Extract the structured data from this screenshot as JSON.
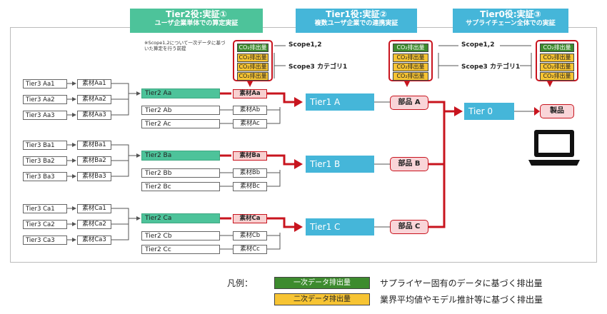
{
  "phases": [
    {
      "title": "Tier2役:実証①",
      "subtitle": "ユーザ企業単体での算定実証",
      "color": "#4dc39a"
    },
    {
      "title": "Tier1役:実証②",
      "subtitle": "複数ユーザ企業での連携実証",
      "color": "#45b6d9"
    },
    {
      "title": "Tier0役:実証③",
      "subtitle": "サプライチェーン全体での実証",
      "color": "#45b6d9"
    }
  ],
  "note": "※Scope1,2について一次データに基づいた算定を行う前提",
  "scope_labels": {
    "scope12": "Scope1,2",
    "scope3": "Scope3 カテゴリ1"
  },
  "co2_label": "CO₂排出量",
  "groups": [
    {
      "tier3": [
        "Tier3 Aa1",
        "Tier3 Aa2",
        "Tier3 Aa3"
      ],
      "materials3": [
        "素材Aa1",
        "素材Aa2",
        "素材Aa3"
      ],
      "tier2": [
        "Tier2 Aa",
        "Tier2 Ab",
        "Tier2 Ac"
      ],
      "materials2": [
        "素材Aa",
        "素材Ab",
        "素材Ac"
      ],
      "tier1": "Tier1 A",
      "part": "部品 A"
    },
    {
      "tier3": [
        "Tier3 Ba1",
        "Tier3 Ba2",
        "Tier3 Ba3"
      ],
      "materials3": [
        "素材Ba1",
        "素材Ba2",
        "素材Ba3"
      ],
      "tier2": [
        "Tier2 Ba",
        "Tier2 Bb",
        "Tier2 Bc"
      ],
      "materials2": [
        "素材Ba",
        "素材Bb",
        "素材Bc"
      ],
      "tier1": "Tier1 B",
      "part": "部品 B"
    },
    {
      "tier3": [
        "Tier3 Ca1",
        "Tier3 Ca2",
        "Tier3 Ca3"
      ],
      "materials3": [
        "素材Ca1",
        "素材Ca2",
        "素材Ca3"
      ],
      "tier2": [
        "Tier2 Ca",
        "Tier2 Cb",
        "Tier2 Cc"
      ],
      "materials2": [
        "素材Ca",
        "素材Cb",
        "素材Cc"
      ],
      "tier1": "Tier1 C",
      "part": "部品 C"
    }
  ],
  "tier0": "Tier 0",
  "product": "製品",
  "legend": {
    "label": "凡例：",
    "primary": {
      "chip": "一次データ排出量",
      "text": "サプライヤー固有のデータに基づく排出量",
      "color": "#3d8b2e"
    },
    "secondary": {
      "chip": "二次データ排出量",
      "text": "業界平均値やモデル推計等に基づく排出量",
      "color": "#f7c433"
    }
  },
  "colors": {
    "accent_red": "#c8141e",
    "tier1_blue": "#45b6d9",
    "tier2_green": "#4dc39a",
    "part_pink": "#f9d5d8"
  },
  "icons": [
    "laptop-icon"
  ]
}
